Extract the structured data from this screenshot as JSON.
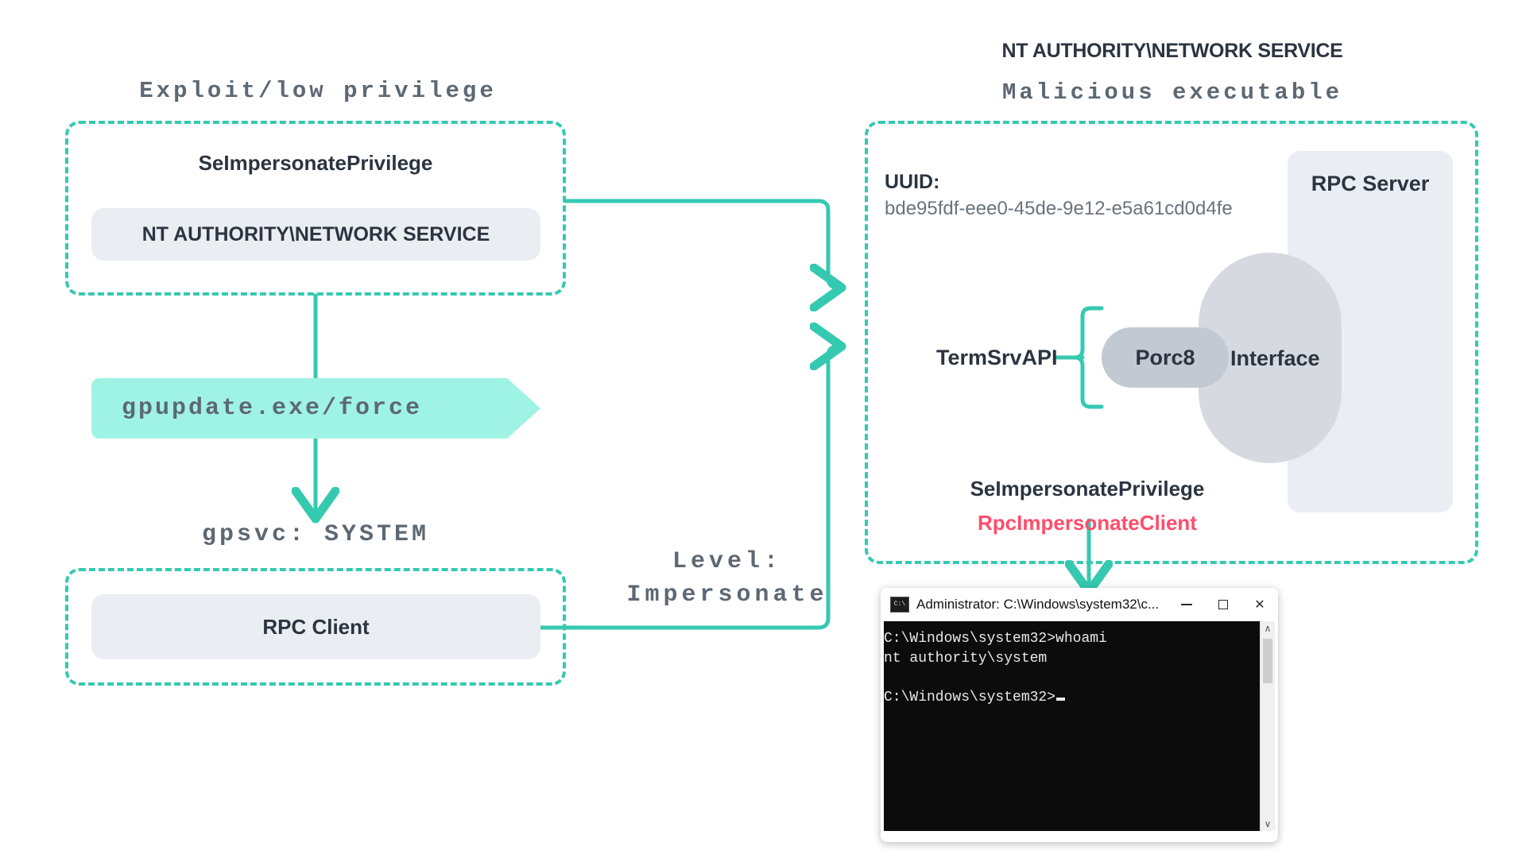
{
  "diagram": {
    "title_left": "Exploit/low privilege",
    "title_right_top": "NT AUTHORITY\\NETWORK SERVICE",
    "title_right": "Malicious executable",
    "left_box": {
      "privilege_label": "SeImpersonatePrivilege",
      "account_pill": "NT AUTHORITY\\NETWORK SERVICE"
    },
    "command_tag": "gpupdate.exe/force",
    "service_label": "gpsvc: SYSTEM",
    "client_box": {
      "client_pill": "RPC Client"
    },
    "edge_label_line1": "Level:",
    "edge_label_line2": "Impersonate",
    "right_box": {
      "uuid_label": "UUID:",
      "uuid_value": "bde95fdf-eee0-45de-9e12-e5a61cd0d4fe",
      "api_label": "TermSrvAPI",
      "rpc_panel_title": "RPC Server",
      "interface_label": "Interface",
      "proc_pill": "Porc8",
      "privilege_label": "SeImpersonatePrivilege",
      "impersonate_call": "RpcImpersonateClient"
    },
    "terminal": {
      "title": "Administrator: C:\\Windows\\system32\\c...",
      "icon": "console-icon",
      "minimize": "─",
      "maximize": "□",
      "close": "✕",
      "scroll_up": "∧",
      "scroll_down": "∨",
      "lines": [
        "C:\\Windows\\system32>whoami",
        "nt authority\\system",
        "",
        "C:\\Windows\\system32>"
      ]
    },
    "colors": {
      "teal": "#35c9b0",
      "mint": "#9ff3e4",
      "grey_pill": "#eaedf2",
      "panel": "#eaeef4",
      "blob": "#d6dae0",
      "proc": "#c2c9d2",
      "red": "#ff4d6a",
      "heading_grey": "#5d6873",
      "text_dark": "#2b3440"
    }
  }
}
